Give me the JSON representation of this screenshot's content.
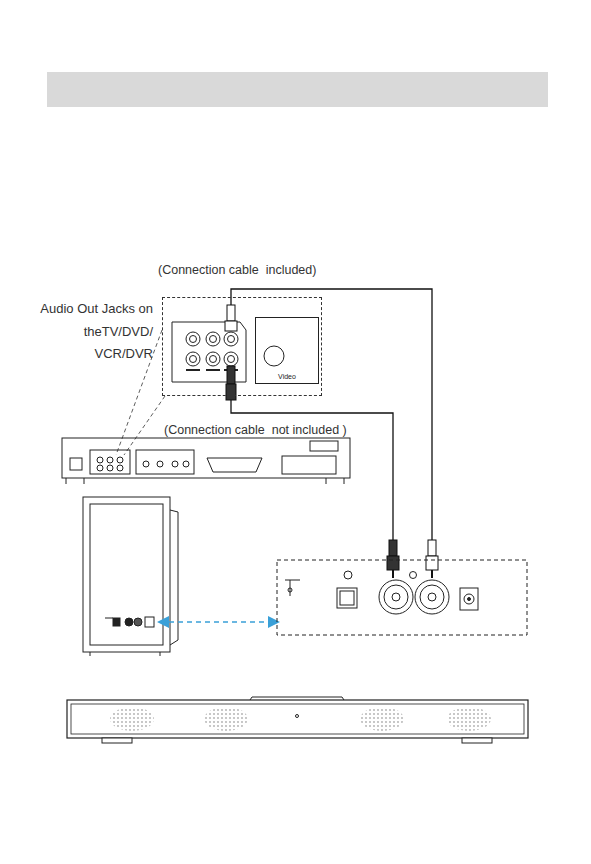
{
  "diagram": {
    "nodes": [
      {
        "text": [
          "Audio Out Jacks on theTV/DVD/ VCR/DVR"
        ]
      },
      {
        "text": [
          "Video"
        ],
        "in": 0
      }
    ],
    "labels": [
      "(Connection cable  included)",
      "(Connection cable  not included )"
    ]
  }
}
